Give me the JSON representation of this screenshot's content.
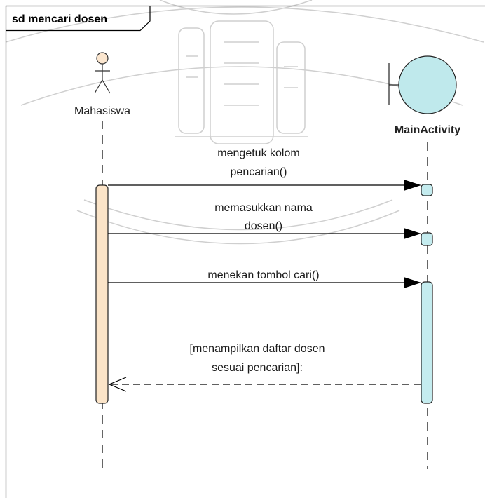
{
  "diagram": {
    "frame_title": "sd mencari dosen",
    "lifelines": {
      "actor": {
        "name": "Mahasiswa"
      },
      "boundary": {
        "name": "MainActivity"
      }
    },
    "messages": [
      {
        "line1": "mengetuk kolom",
        "line2": "pencarian()",
        "kind": "sync"
      },
      {
        "line1": "memasukkan nama",
        "line2": "dosen()",
        "kind": "sync"
      },
      {
        "line1": "menekan tombol cari()",
        "line2": "",
        "kind": "sync"
      },
      {
        "line1": "[menampilkan daftar dosen",
        "line2": "sesuai pencarian]:",
        "kind": "return"
      }
    ],
    "colors": {
      "actor_fill": "#fbe6cf",
      "actor_activation": "#fbe4c8",
      "boundary_fill": "#bfe9ec",
      "boundary_activation": "#c4ecef",
      "line": "#000000",
      "watermark": "#cfcfcf"
    }
  }
}
